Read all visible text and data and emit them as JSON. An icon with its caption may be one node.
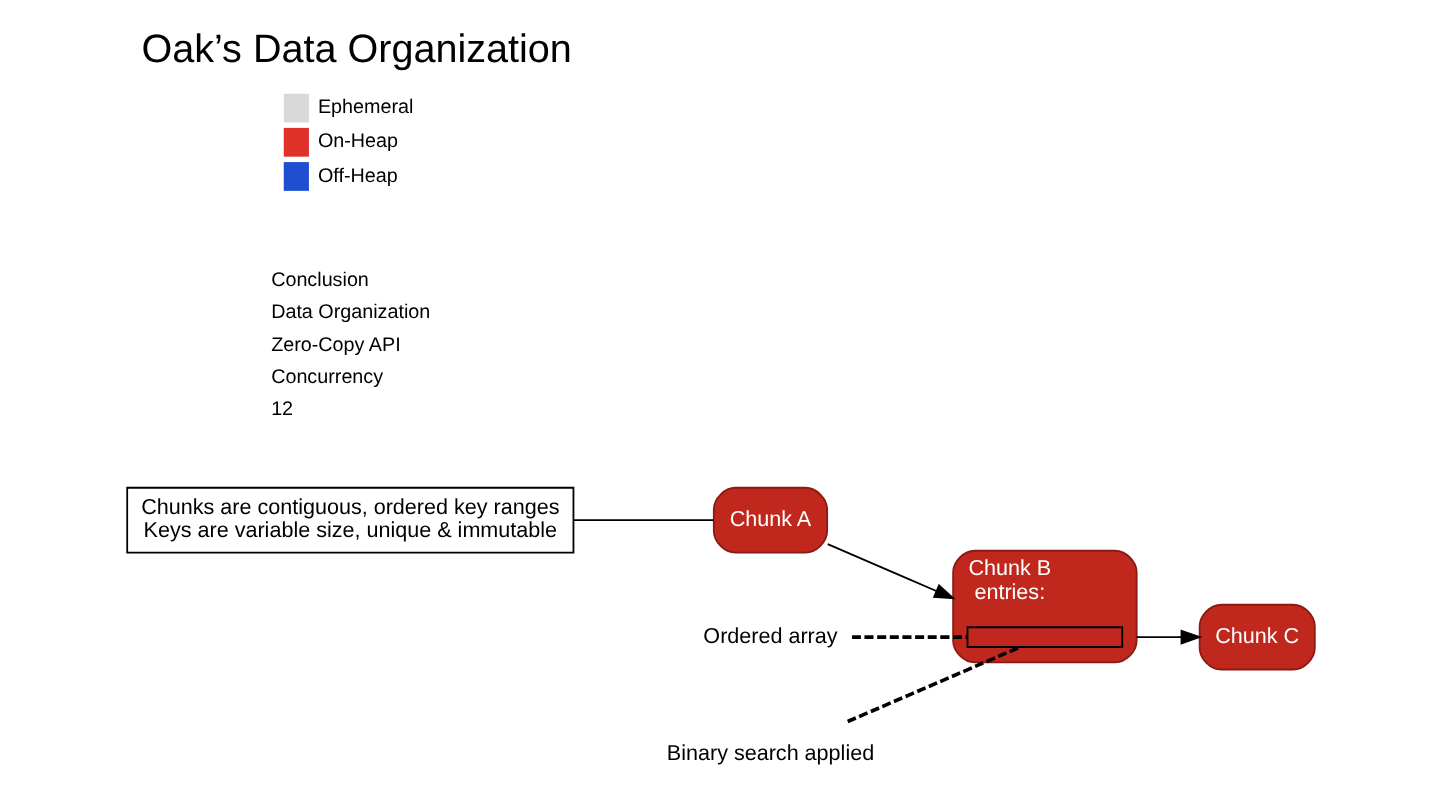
{
  "diagram": {
    "title": "Oak’s Data Organization",
    "nodes": [
      {
        "text": [
          "Chunks are contiguous, ordered key ranges",
          "Keys are variable size, unique & immutable"
        ]
      },
      {
        "text": [
          "Chunk A"
        ]
      },
      {
        "text": [
          "Chunk B",
          "entries:"
        ]
      },
      {
        "text": [
          "Chunk C"
        ]
      },
      {
        "text": [
          "Ordered array"
        ]
      },
      {
        "text": [
          "Binary search applied"
        ]
      },
      {
        "text": [],
        "shape": "box",
        "in": 2
      }
    ],
    "edges": [
      {
        "from": 0,
        "to": 1,
        "arrow": "none"
      },
      {
        "from": 1,
        "to": 2,
        "arrow": "to"
      },
      {
        "from": 2,
        "to": 3,
        "arrow": "to"
      },
      {
        "from": 4,
        "to": 6,
        "arrow": "none",
        "style": "dashed"
      },
      {
        "from": 5,
        "to": 6,
        "arrow": "none",
        "style": "dashed"
      }
    ],
    "labels": [
      "Conclusion",
      "Data Organization",
      "Zero-Copy API",
      "Concurrency",
      "12"
    ],
    "legend": [
      {
        "text": "Ephemeral",
        "color": "#d9d9d9"
      },
      {
        "text": "On-Heap",
        "color": "#e0302a"
      },
      {
        "text": "Off-Heap",
        "color": "#1f4fd0"
      }
    ]
  }
}
